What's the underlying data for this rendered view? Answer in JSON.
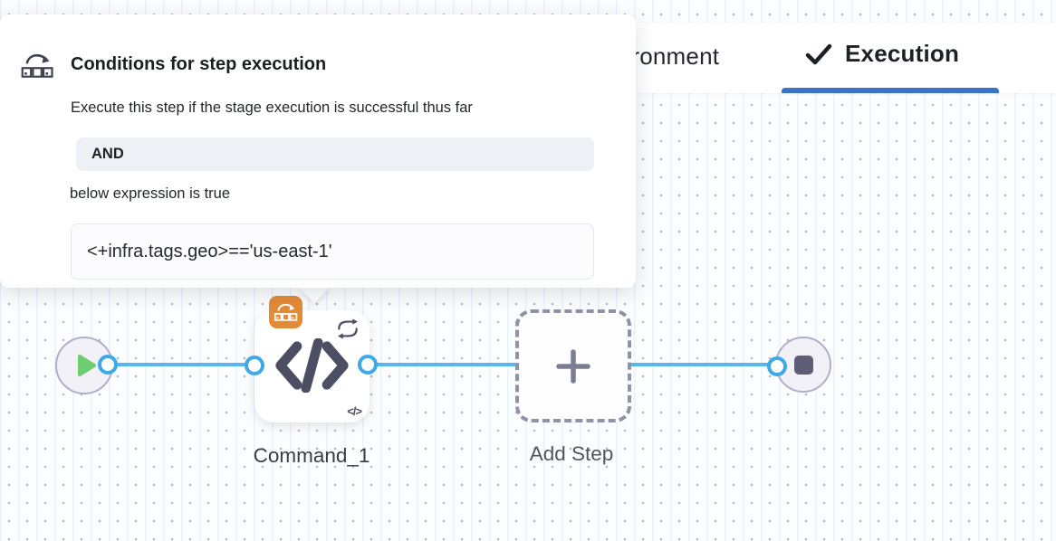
{
  "popover": {
    "icon": "conditional-execution-icon",
    "title": "Conditions for step execution",
    "subtitle": "Execute this step if the stage execution is successful thus far",
    "operator": "AND",
    "condition_intro": "below expression is true",
    "expression": "<+infra.tags.geo>=='us-east-1'"
  },
  "tabs": {
    "environment": "Environment",
    "execution": "Execution",
    "active": "Execution"
  },
  "pipeline": {
    "steps": [
      {
        "label": "Command_1",
        "type": "command",
        "badges": [
          "conditional-execution",
          "looping-strategy"
        ]
      },
      {
        "label": "Add Step",
        "type": "add-step"
      }
    ],
    "mini_code_glyph": "</>"
  },
  "colors": {
    "accent_blue": "#3b73cb",
    "edge_blue": "#58b7ea",
    "badge_orange": "#e28a35",
    "node_slate": "#4c4e63",
    "play_green": "#6ecd6e"
  }
}
